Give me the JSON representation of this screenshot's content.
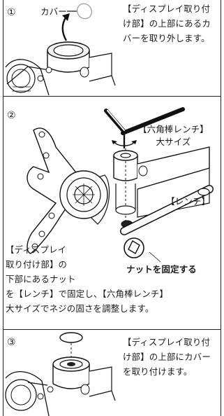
{
  "step1": {
    "number": "①",
    "callout": "カバー",
    "text_lines": [
      "【ディスプレイ取り付",
      "け部】の上部にあるカ",
      "バーを取り外します。"
    ]
  },
  "step2": {
    "number": "②",
    "hex_wrench_label": [
      "【六角棒レンチ】",
      "大サイズ"
    ],
    "wrench_label": "【レンチ】",
    "nut_label": "ナットを固定する",
    "left_lines": [
      "【ディスプレイ",
      "取り付け部】の",
      "下部にあるナット"
    ],
    "full_lines": [
      "を【レンチ】で固定し、【六角棒レンチ】",
      "大サイズでネジの固さを調整します。"
    ]
  },
  "step3": {
    "number": "③",
    "text_lines": [
      "【ディスプレイ取り付",
      "け部】の上部にカバー",
      "を取り付けます。"
    ]
  }
}
